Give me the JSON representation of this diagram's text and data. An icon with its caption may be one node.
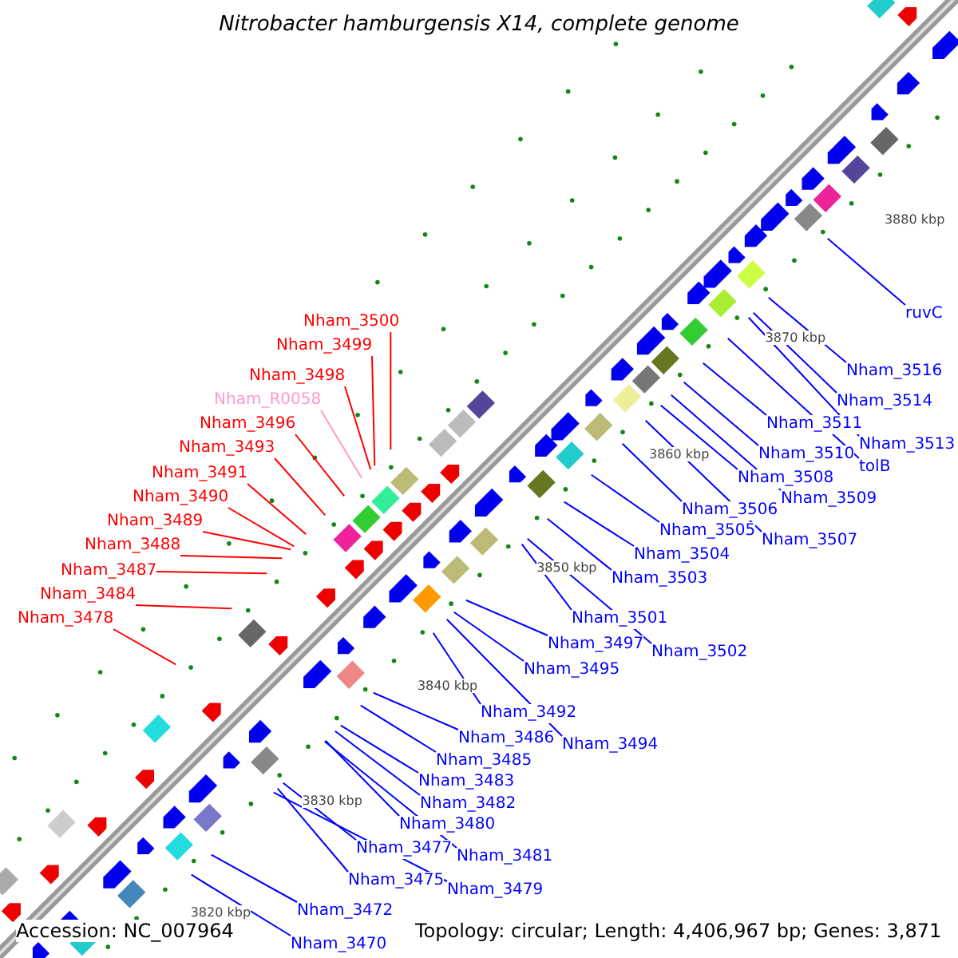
{
  "diagram": {
    "title": "Nitrobacter hamburgensis X14, complete genome",
    "nodes": [
      {
        "text": [
          "Nham_3500"
        ]
      },
      {
        "text": [
          "Nham_3499"
        ]
      },
      {
        "text": [
          "Nham_3498"
        ]
      },
      {
        "text": [
          "Nham_R0058"
        ]
      },
      {
        "text": [
          "Nham_3496"
        ]
      },
      {
        "text": [
          "Nham_3493"
        ]
      },
      {
        "text": [
          "Nham_3491"
        ]
      },
      {
        "text": [
          "Nham_3490"
        ]
      },
      {
        "text": [
          "Nham_3489"
        ]
      },
      {
        "text": [
          "Nham_3488"
        ]
      },
      {
        "text": [
          "Nham_3487"
        ]
      },
      {
        "text": [
          "Nham_3484"
        ]
      },
      {
        "text": [
          "Nham_3478"
        ]
      },
      {
        "text": [
          "ruvC"
        ]
      },
      {
        "text": [
          "Nham_3516"
        ]
      },
      {
        "text": [
          "Nham_3514"
        ]
      },
      {
        "text": [
          "Nham_3513"
        ]
      },
      {
        "text": [
          "Nham_3511"
        ]
      },
      {
        "text": [
          "tolB"
        ]
      },
      {
        "text": [
          "Nham_3510"
        ]
      },
      {
        "text": [
          "Nham_3509"
        ]
      },
      {
        "text": [
          "Nham_3508"
        ]
      },
      {
        "text": [
          "Nham_3506"
        ]
      },
      {
        "text": [
          "Nham_3507"
        ]
      },
      {
        "text": [
          "Nham_3505"
        ]
      },
      {
        "text": [
          "Nham_3504"
        ]
      },
      {
        "text": [
          "Nham_3503"
        ]
      },
      {
        "text": [
          "Nham_3501"
        ]
      },
      {
        "text": [
          "Nham_3502"
        ]
      },
      {
        "text": [
          "Nham_3497"
        ]
      },
      {
        "text": [
          "Nham_3495"
        ]
      },
      {
        "text": [
          "Nham_3492"
        ]
      },
      {
        "text": [
          "Nham_3494"
        ]
      },
      {
        "text": [
          "Nham_3486"
        ]
      },
      {
        "text": [
          "Nham_3485"
        ]
      },
      {
        "text": [
          "Nham_3483"
        ]
      },
      {
        "text": [
          "Nham_3482"
        ]
      },
      {
        "text": [
          "Nham_3480"
        ]
      },
      {
        "text": [
          "Nham_3481"
        ]
      },
      {
        "text": [
          "Nham_3477"
        ]
      },
      {
        "text": [
          "Nham_3475"
        ]
      },
      {
        "text": [
          "Nham_3479"
        ]
      },
      {
        "text": [
          "Nham_3472"
        ]
      },
      {
        "text": [
          "Nham_3470"
        ]
      }
    ],
    "edges": [
      {
        "from": 0,
        "to": null,
        "arrow": "none",
        "color": "#ff0000"
      },
      {
        "from": 1,
        "to": null,
        "arrow": "none",
        "color": "#ff0000"
      },
      {
        "from": 2,
        "to": null,
        "arrow": "none",
        "color": "#ff0000"
      },
      {
        "from": 3,
        "to": null,
        "arrow": "none",
        "color": "#ff99cc"
      },
      {
        "from": 4,
        "to": null,
        "arrow": "none",
        "color": "#ff0000"
      },
      {
        "from": 5,
        "to": null,
        "arrow": "none",
        "color": "#ff0000"
      },
      {
        "from": 6,
        "to": null,
        "arrow": "none",
        "color": "#ff0000"
      },
      {
        "from": 7,
        "to": null,
        "arrow": "none",
        "color": "#ff0000"
      },
      {
        "from": 8,
        "to": null,
        "arrow": "none",
        "color": "#ff0000"
      },
      {
        "from": 9,
        "to": null,
        "arrow": "none",
        "color": "#ff0000"
      },
      {
        "from": 10,
        "to": null,
        "arrow": "none",
        "color": "#ff0000"
      },
      {
        "from": 11,
        "to": null,
        "arrow": "none",
        "color": "#ff0000"
      },
      {
        "from": 12,
        "to": null,
        "arrow": "none",
        "color": "#ff0000"
      },
      {
        "from": 13,
        "to": null,
        "arrow": "none"
      },
      {
        "from": 14,
        "to": null,
        "arrow": "none"
      },
      {
        "from": 15,
        "to": null,
        "arrow": "none"
      },
      {
        "from": 16,
        "to": null,
        "arrow": "none"
      },
      {
        "from": 17,
        "to": null,
        "arrow": "none"
      },
      {
        "from": 18,
        "to": null,
        "arrow": "none"
      },
      {
        "from": 19,
        "to": null,
        "arrow": "none"
      },
      {
        "from": 20,
        "to": null,
        "arrow": "none"
      },
      {
        "from": 21,
        "to": null,
        "arrow": "none"
      },
      {
        "from": 22,
        "to": null,
        "arrow": "none"
      },
      {
        "from": 23,
        "to": null,
        "arrow": "none"
      },
      {
        "from": 24,
        "to": null,
        "arrow": "none"
      },
      {
        "from": 25,
        "to": null,
        "arrow": "none"
      },
      {
        "from": 26,
        "to": null,
        "arrow": "none"
      },
      {
        "from": 27,
        "to": null,
        "arrow": "none"
      },
      {
        "from": 28,
        "to": null,
        "arrow": "none"
      },
      {
        "from": 29,
        "to": null,
        "arrow": "none"
      },
      {
        "from": 30,
        "to": null,
        "arrow": "none"
      },
      {
        "from": 31,
        "to": null,
        "arrow": "none"
      },
      {
        "from": 32,
        "to": null,
        "arrow": "none"
      },
      {
        "from": 33,
        "to": null,
        "arrow": "none"
      },
      {
        "from": 34,
        "to": null,
        "arrow": "none"
      },
      {
        "from": 35,
        "to": null,
        "arrow": "none"
      },
      {
        "from": 36,
        "to": null,
        "arrow": "none"
      },
      {
        "from": 37,
        "to": null,
        "arrow": "none"
      },
      {
        "from": 38,
        "to": null,
        "arrow": "none"
      },
      {
        "from": 39,
        "to": null,
        "arrow": "none"
      },
      {
        "from": 40,
        "to": null,
        "arrow": "none"
      },
      {
        "from": 41,
        "to": null,
        "arrow": "none"
      },
      {
        "from": 42,
        "to": null,
        "arrow": "none"
      },
      {
        "from": 43,
        "to": null,
        "arrow": "none"
      }
    ],
    "labels": [
      "3880 kbp",
      "3870 kbp",
      "3860 kbp",
      "3850 kbp",
      "3840 kbp",
      "3830 kbp",
      "3820 kbp",
      "Accession: NC_007964",
      "Topology: circular; Length: 4,406,967 bp; Genes: 3,871"
    ]
  }
}
